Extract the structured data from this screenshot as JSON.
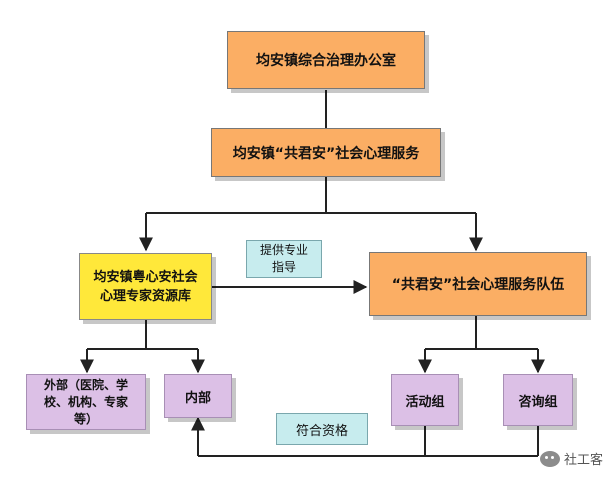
{
  "nodes": {
    "office": "均安镇综合治理办公室",
    "service": "均安镇“共君安”社会心理服务",
    "resource_lib": "均安镇粤心安社会心理专家资源库",
    "team": "“共君安”社会心理服务队伍",
    "external": "外部（医院、学校、机构、专家等）",
    "internal": "内部",
    "activity": "活动组",
    "consult": "咨询组"
  },
  "labels": {
    "guidance": "提供专业指导",
    "qualify": "符合资格"
  },
  "watermark": {
    "text": "社工客",
    "icon": "wechat-icon"
  },
  "colors": {
    "orange": "#fbae64",
    "yellow": "#ffe83a",
    "purple": "#dcc0e6",
    "teal": "#c7ecee",
    "line": "#222222"
  }
}
